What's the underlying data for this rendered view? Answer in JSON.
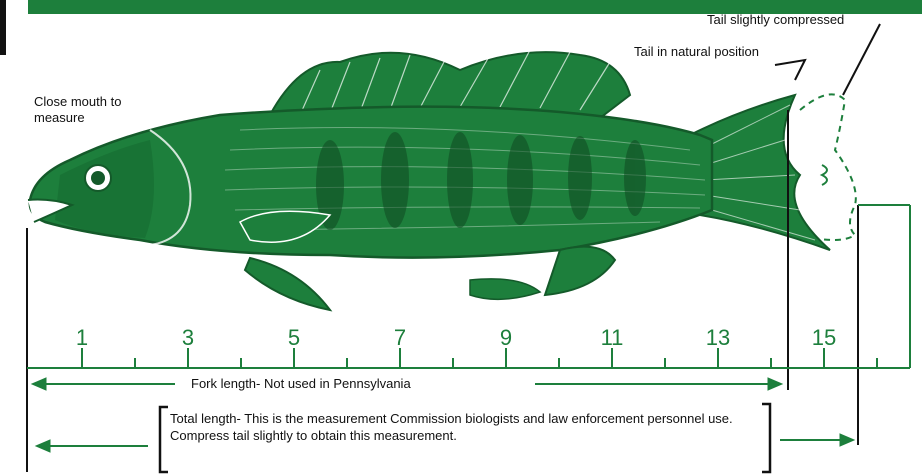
{
  "labels": {
    "tail_compressed": "Tail slightly compressed",
    "tail_natural": "Tail in natural position",
    "close_mouth": "Close mouth to measure",
    "fork_length": "Fork length- Not used in Pennsylvania",
    "total_length": "Total length- This is the measurement Commission biologists and law enforcement personnel use. Compress tail slightly to obtain this measurement."
  },
  "ruler": {
    "numbers": [
      "1",
      "3",
      "5",
      "7",
      "9",
      "11",
      "13",
      "15"
    ]
  },
  "colors": {
    "green": "#1d7f3c",
    "dark_green": "#145a2a",
    "ink": "#111111"
  }
}
